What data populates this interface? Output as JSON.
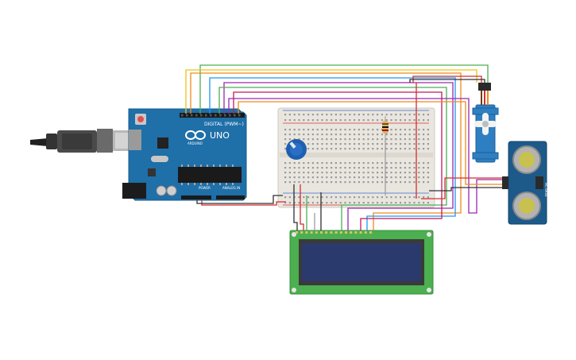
{
  "arduino": {
    "board_name": "UNO",
    "brand": "ARDUINO",
    "digital_header": "DIGITAL (PWM~)",
    "power_header": "POWER",
    "analog_header": "ANALOG IN"
  },
  "sensor": {
    "model_label": "HC-SR04"
  },
  "colors": {
    "board_blue": "#1f6fa8",
    "breadboard": "#e9e6df",
    "lcd_pcb": "#4caf50",
    "lcd_screen": "#2b3a6d",
    "sensor_blue": "#1d5a8a",
    "servo_blue": "#2e7fc1",
    "wire_red": "#d32f2f",
    "wire_black": "#303030",
    "wire_green": "#4caf50",
    "wire_yellow": "#f2c012",
    "wire_purple": "#9c27b0",
    "wire_orange": "#ef8a1c",
    "wire_blue": "#2196f3",
    "wire_magenta": "#c2185b"
  }
}
